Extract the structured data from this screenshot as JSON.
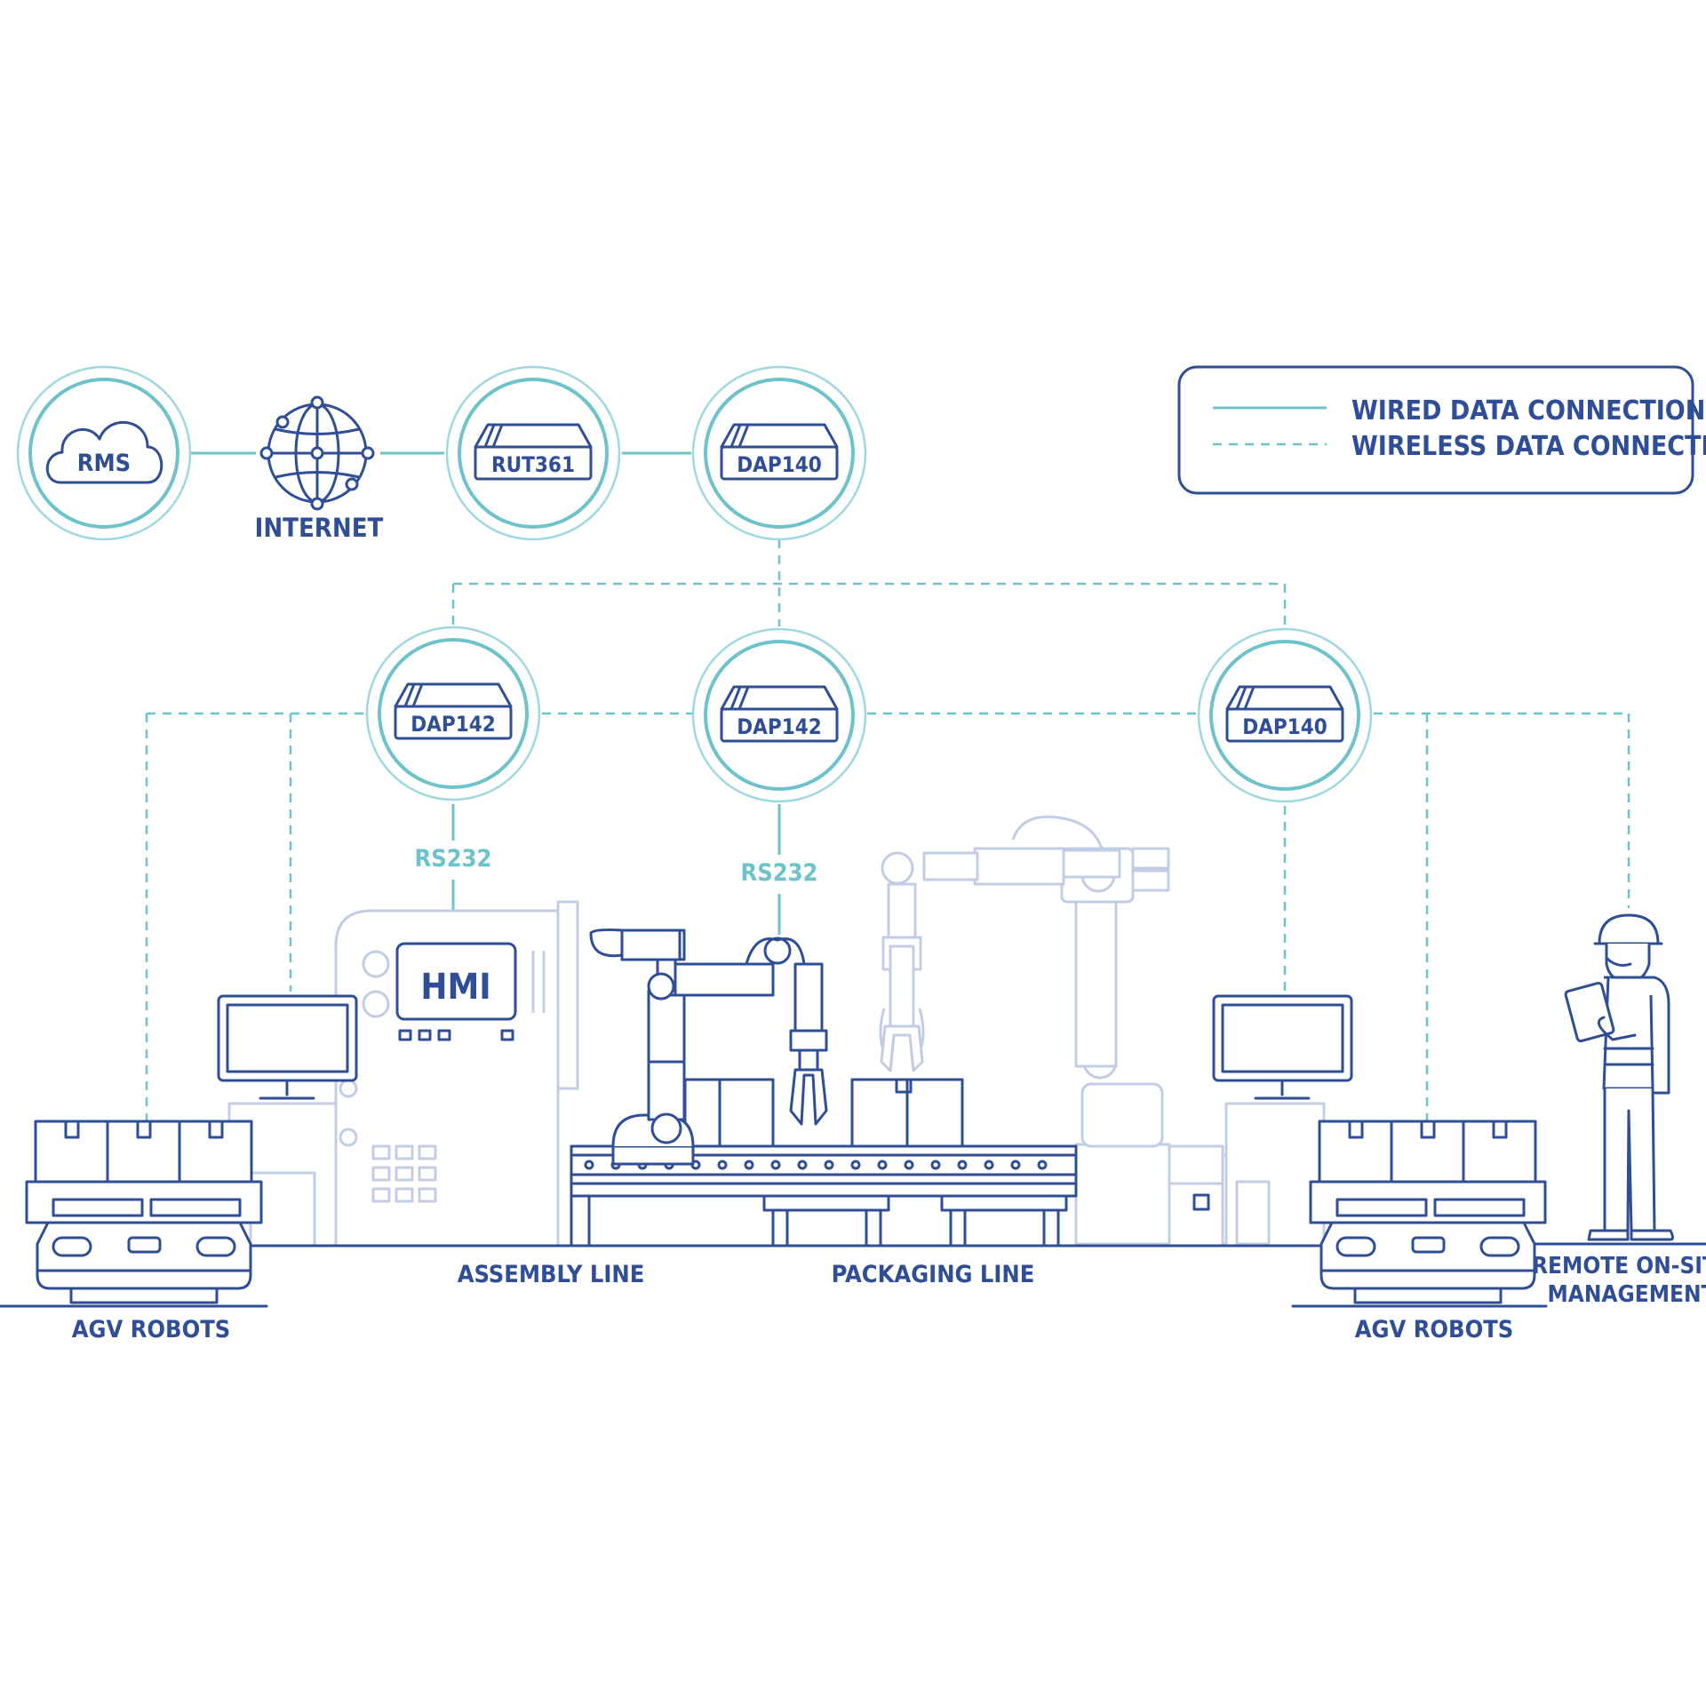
{
  "legend": {
    "wired_label": "WIRED DATA CONNECTION",
    "wireless_label": "WIRELESS DATA CONNECTION"
  },
  "nodes": {
    "rms": "RMS",
    "internet": "INTERNET",
    "rut361": "RUT361",
    "dap140_top": "DAP140",
    "dap142_left": "DAP142",
    "dap142_center": "DAP142",
    "dap140_right": "DAP140"
  },
  "links": {
    "rs232_left": "RS232",
    "rs232_center": "RS232"
  },
  "equipment": {
    "hmi": "HMI"
  },
  "zones": {
    "agv_left": "AGV ROBOTS",
    "assembly_line": "ASSEMBLY LINE",
    "packaging_line": "PACKAGING LINE",
    "agv_right": "AGV ROBOTS",
    "remote_line1": "REMOTE ON-SITE",
    "remote_line2": "MANAGEMENT"
  },
  "colors": {
    "navy": "#2f4e96",
    "teal": "#6ec3cb",
    "light_teal": "#9fd8de",
    "pale": "#c2cce4"
  }
}
